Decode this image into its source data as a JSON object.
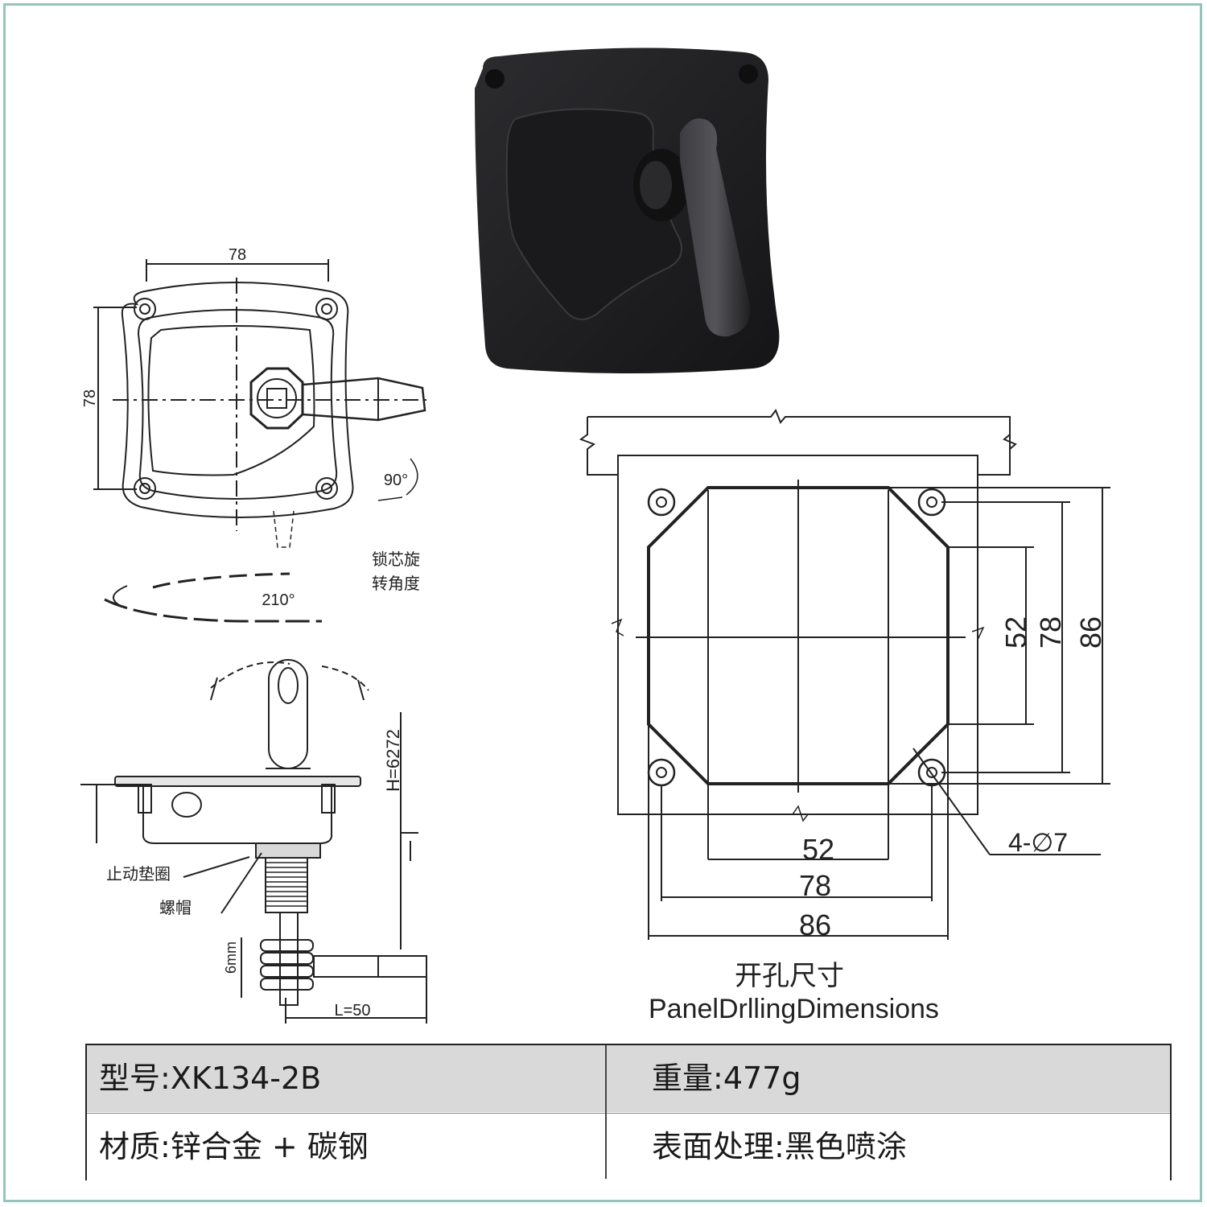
{
  "top_view": {
    "width_label": "78",
    "height_label": "78",
    "handle_angle_label": "90°",
    "core_rotation_note_line1": "锁芯旋",
    "core_rotation_note_line2": "转角度",
    "core_rotation_angle_label": "210°"
  },
  "side_view": {
    "height_label": "H=6272",
    "washer_label": "止动垫圈",
    "nut_label": "螺帽",
    "thread_label": "6mm",
    "length_label": "L=50"
  },
  "cutout": {
    "right_dims": [
      "52",
      "78",
      "86"
    ],
    "bottom_dims": [
      "52",
      "78",
      "86"
    ],
    "hole_label": "4-∅7",
    "caption_cn": "开孔尺寸",
    "caption_en": "PanelDrllingDimensions"
  },
  "specs": {
    "rows": [
      {
        "left_label": "型号:",
        "left_value": "XK134-2B",
        "right_label": "重量:",
        "right_value": "477g"
      },
      {
        "left_label": "材质:",
        "left_value": "锌合金 + 碳钢",
        "right_label": "表面处理:",
        "right_value": "黑色喷涂"
      }
    ]
  },
  "colors": {
    "frame": "#8fc7bf",
    "product": "#1c1c1e",
    "table_header": "#d9d9d9"
  }
}
